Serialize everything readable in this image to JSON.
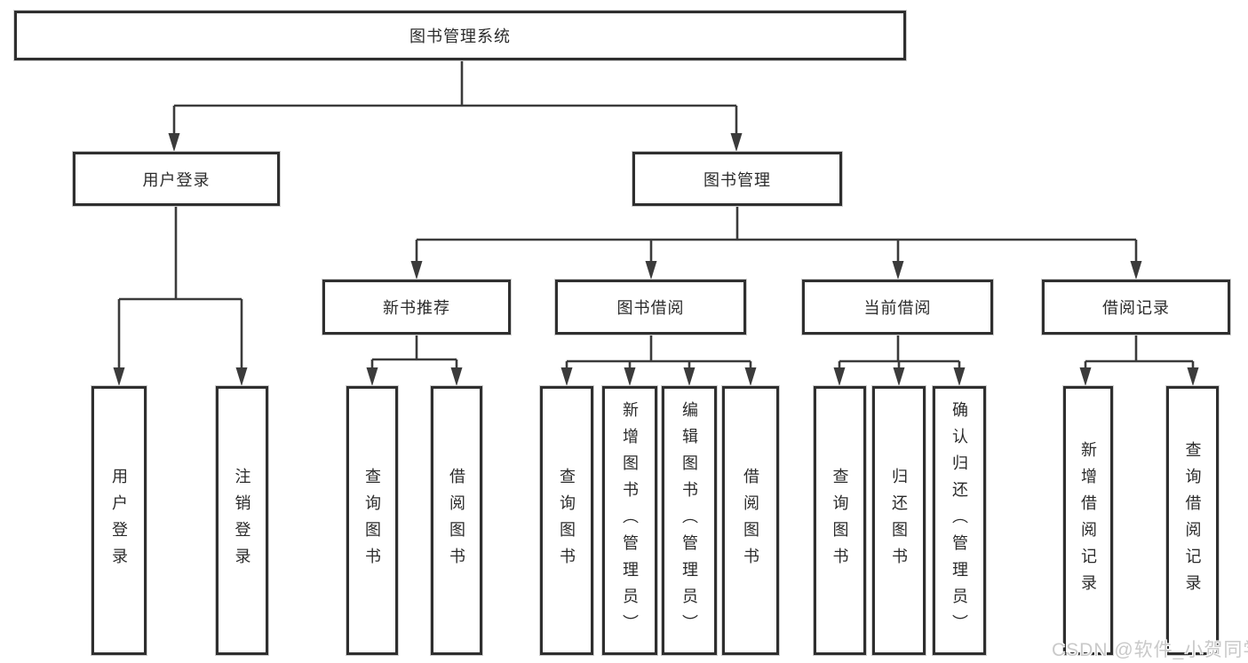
{
  "diagram": {
    "colors": {
      "line": "#3b3b3b",
      "box_border": "#2f2f2f",
      "box_fill": "#ffffff",
      "text": "#2b2b2b",
      "watermark": "#c9c9c9"
    },
    "tree": {
      "label": "图书管理系统",
      "children": [
        {
          "label": "用户登录",
          "children": [
            {
              "label": "用户登录"
            },
            {
              "label": "注销登录"
            }
          ]
        },
        {
          "label": "图书管理",
          "children": [
            {
              "label": "新书推荐",
              "children": [
                {
                  "label": "查询图书"
                },
                {
                  "label": "借阅图书"
                }
              ]
            },
            {
              "label": "图书借阅",
              "children": [
                {
                  "label": "查询图书"
                },
                {
                  "label": "新增图书（管理员）"
                },
                {
                  "label": "编辑图书（管理员）"
                },
                {
                  "label": "借阅图书"
                }
              ]
            },
            {
              "label": "当前借阅",
              "children": [
                {
                  "label": "查询图书"
                },
                {
                  "label": "归还图书"
                },
                {
                  "label": "确认归还（管理员）"
                }
              ]
            },
            {
              "label": "借阅记录",
              "children": [
                {
                  "label": "新增借阅记录"
                },
                {
                  "label": "查询借阅记录"
                }
              ]
            }
          ]
        }
      ]
    },
    "watermark": "CSDN @软件_小贺同学"
  }
}
